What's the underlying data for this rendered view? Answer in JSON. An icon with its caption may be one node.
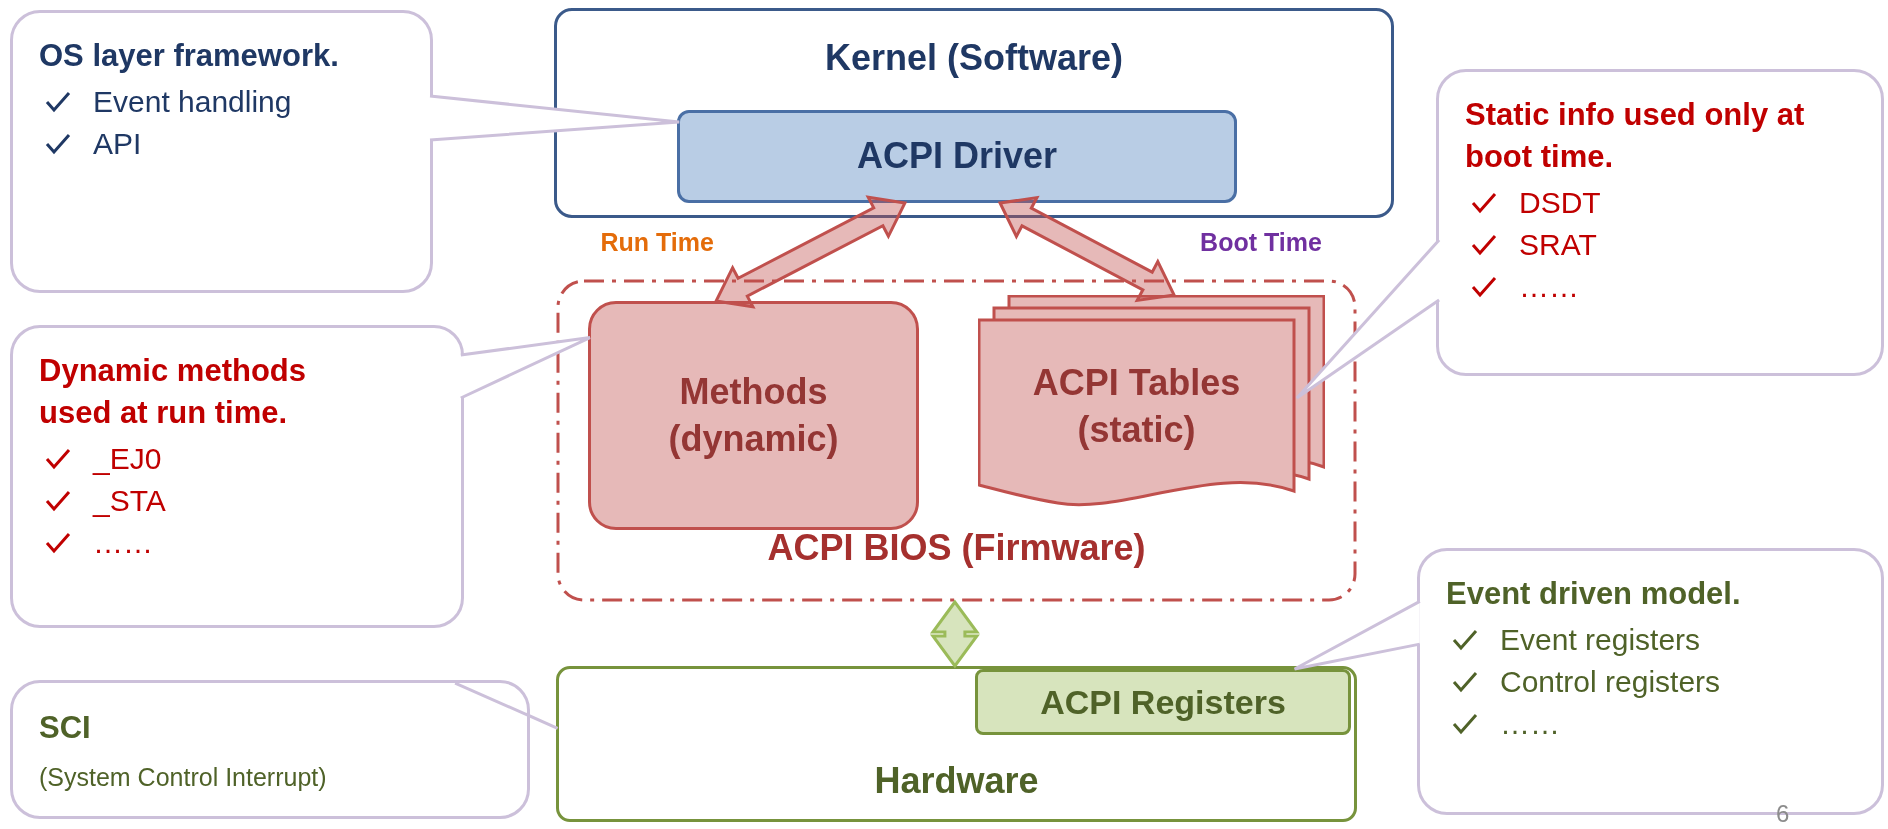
{
  "diagram": {
    "nodes": [
      {
        "text": [
          "Kernel (Software)"
        ]
      },
      {
        "text": [
          "ACPI Driver"
        ],
        "in": 0
      },
      {
        "text": [
          "ACPI BIOS (Firmware)"
        ]
      },
      {
        "text": [
          "Methods (dynamic)"
        ],
        "in": 2
      },
      {
        "text": [
          "ACPI Tables (static)"
        ],
        "in": 2
      },
      {
        "text": [
          "Hardware"
        ]
      },
      {
        "text": [
          "ACPI Registers"
        ],
        "in": 5
      },
      {
        "text": [
          "OS layer framework.",
          "Event handling",
          "API"
        ]
      },
      {
        "text": [
          "Dynamic methods used at run time.",
          "_EJ0",
          "_STA",
          "……"
        ]
      },
      {
        "text": [
          "SCI",
          "(System Control Interrupt)"
        ]
      },
      {
        "text": [
          "Static info used only at boot time.",
          "DSDT",
          "SRAT",
          "……"
        ]
      },
      {
        "text": [
          "Event driven model.",
          "Event registers",
          "Control registers",
          "……"
        ]
      }
    ],
    "edges": [
      {
        "from": 1,
        "to": 3,
        "arrow": "both",
        "label": "Run Time",
        "style": "thick",
        "color": "#c0504d"
      },
      {
        "from": 1,
        "to": 4,
        "arrow": "both",
        "label": "Boot Time",
        "style": "thick",
        "color": "#c0504d"
      },
      {
        "from": 2,
        "to": 5,
        "arrow": "both",
        "style": "thick",
        "color": "#9bbb59"
      },
      {
        "from": 7,
        "to": 1,
        "arrow": "none"
      },
      {
        "from": 8,
        "to": 3,
        "arrow": "none"
      },
      {
        "from": 9,
        "to": 5,
        "arrow": "none"
      },
      {
        "from": 10,
        "to": 4,
        "arrow": "none"
      },
      {
        "from": 11,
        "to": 6,
        "arrow": "none"
      }
    ],
    "labels": [
      "6"
    ]
  }
}
